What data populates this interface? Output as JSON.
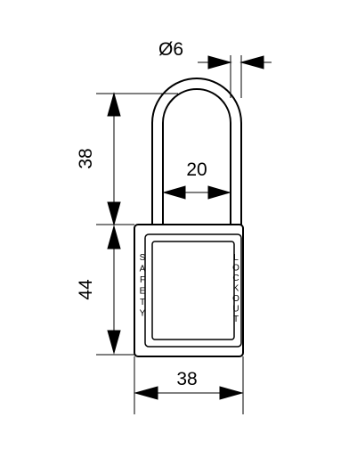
{
  "dimensions": {
    "shackle_diameter": "Ø6",
    "shackle_height": "38",
    "shackle_inner_width": "20",
    "body_height": "44",
    "body_width": "38"
  },
  "engravings": {
    "left_side": "SAFETY",
    "right_side": "LOCKOUT"
  },
  "colors": {
    "line": "#000000",
    "background": "#ffffff"
  }
}
